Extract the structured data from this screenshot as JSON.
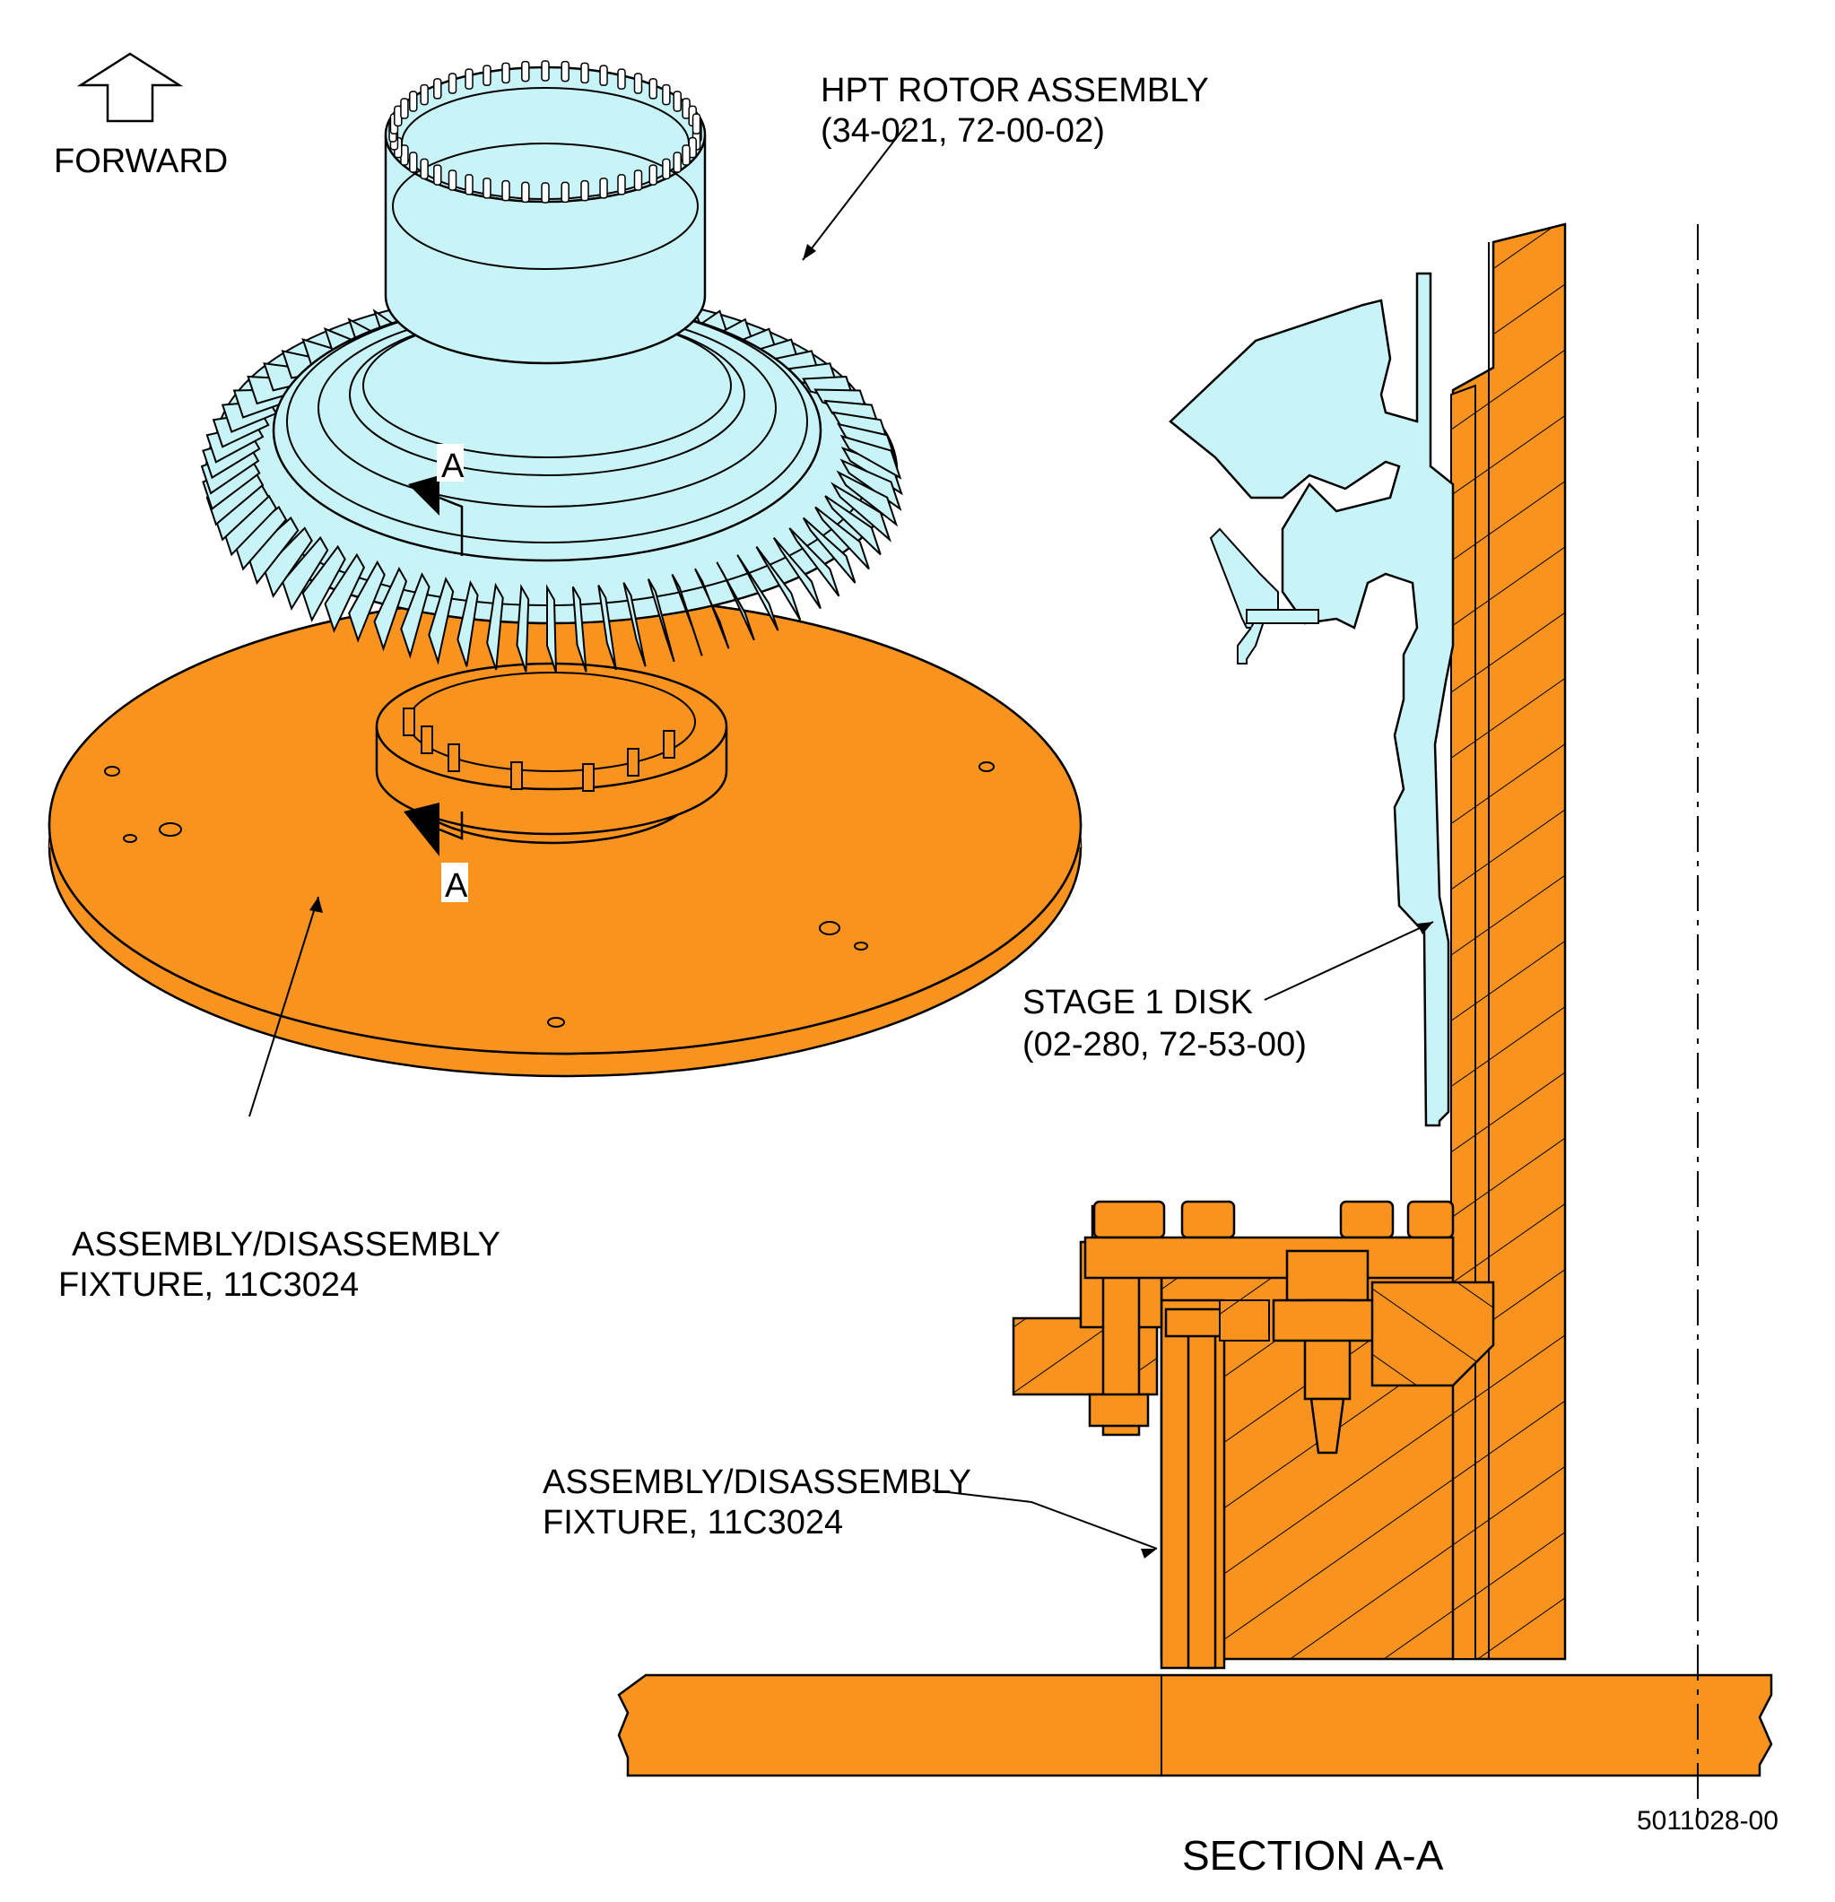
{
  "forward_label": "FORWARD",
  "labels": {
    "hpt_rotor_line1": "HPT ROTOR ASSEMBLY",
    "hpt_rotor_line2": "(34-021, 72-00-02)",
    "fixture_top_line1": "ASSEMBLY/DISASSEMBLY",
    "fixture_top_line2": "FIXTURE, 11C3024",
    "stage1_line1": "STAGE 1 DISK",
    "stage1_line2": "(02-280, 72-53-00)",
    "fixture_bot_line1": "ASSEMBLY/DISASSEMBLY",
    "fixture_bot_line2": "FIXTURE, 11C3024",
    "section_title": "SECTION A-A",
    "section_marker_top": "A",
    "section_marker_bottom": "A",
    "figure_number": "5011028-00"
  },
  "colors": {
    "fixture": "#F7931E",
    "rotor": "#C8F4F8",
    "outline": "#000000"
  }
}
